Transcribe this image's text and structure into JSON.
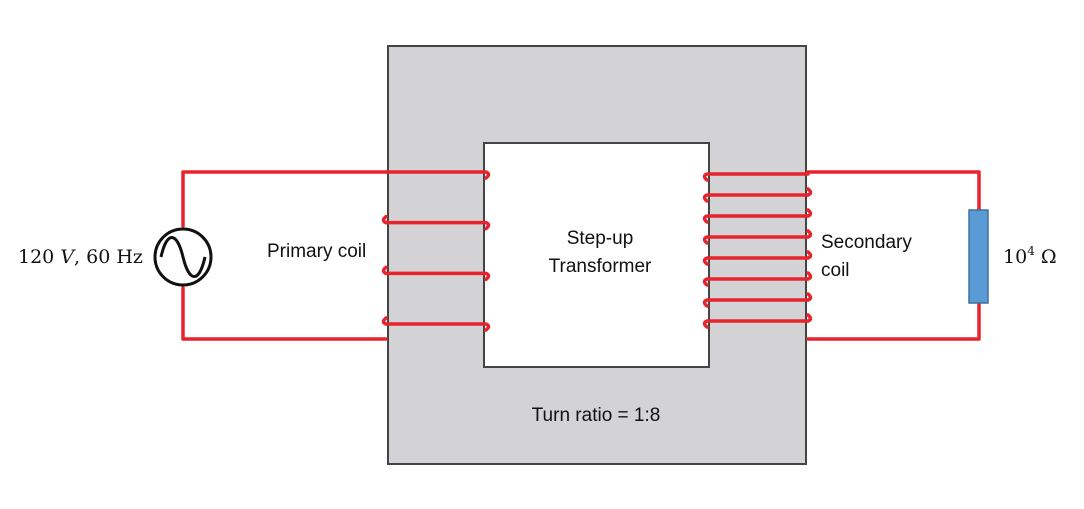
{
  "diagram": {
    "title": "Step-up Transformer",
    "title_line1": "Step-up",
    "title_line2": "Transformer",
    "source": {
      "label_voltage": "120",
      "label_v_unit": "V",
      "label_sep": ",",
      "label_freq": "60 Hz",
      "icon": "ac-source-icon"
    },
    "primary": {
      "label": "Primary coil",
      "turns": 4
    },
    "secondary": {
      "label_line1": "Secondary",
      "label_line2": "coil",
      "turns": 8
    },
    "load": {
      "label_base": "10",
      "label_exp": "4",
      "label_unit": "Ω",
      "icon": "resistor-icon"
    },
    "turn_ratio": "Turn ratio = 1:8",
    "colors": {
      "wire": "#e8232b",
      "core": "#d3d3d5",
      "core_border": "#444444",
      "resistor": "#5b9bd5",
      "resistor_border": "#41719c"
    }
  }
}
